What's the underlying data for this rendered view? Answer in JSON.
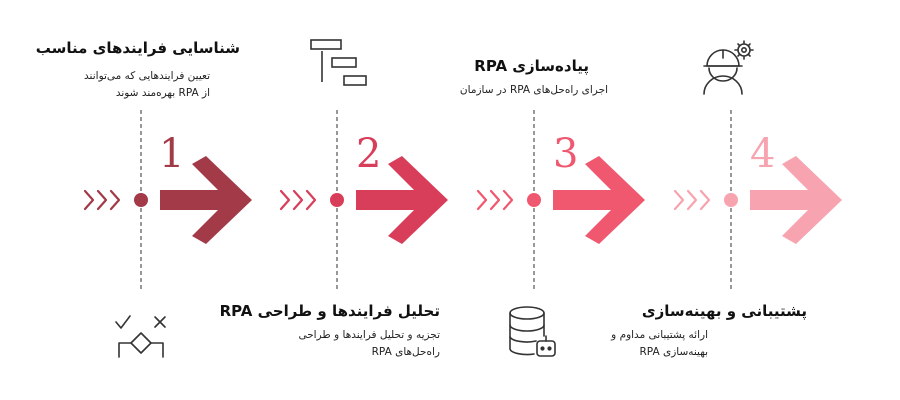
{
  "colors": {
    "step1": "#a33a48",
    "step2": "#d83e5a",
    "step3": "#f05870",
    "step4": "#f7a3b0",
    "dash": "#555555",
    "icon": "#333333"
  },
  "steps": [
    {
      "number": "1",
      "title": "شناسایی فرایندهای مناسب",
      "description": [
        "تعیین فرایندهایی که می‌توانند",
        "از RPA بهره‌مند شوند"
      ],
      "icon": "user-search-icon"
    },
    {
      "number": "2",
      "title": "تحلیل فرایندها و طراحی RPA",
      "description": [
        "تجزیه و تحلیل فرایندها و طراحی",
        "راه‌حل‌های RPA"
      ],
      "icon": "gantt-chart-icon"
    },
    {
      "number": "3",
      "title": "پیاده‌سازی RPA",
      "description": [
        "اجرای راه‌حل‌های RPA در سازمان"
      ],
      "icon": "database-bot-icon"
    },
    {
      "number": "4",
      "title": "پشتیبانی و بهینه‌سازی",
      "description": [
        "ارائه پشتیبانی مداوم و",
        "بهینه‌سازی RPA"
      ],
      "icon": "engineer-gear-icon"
    }
  ]
}
